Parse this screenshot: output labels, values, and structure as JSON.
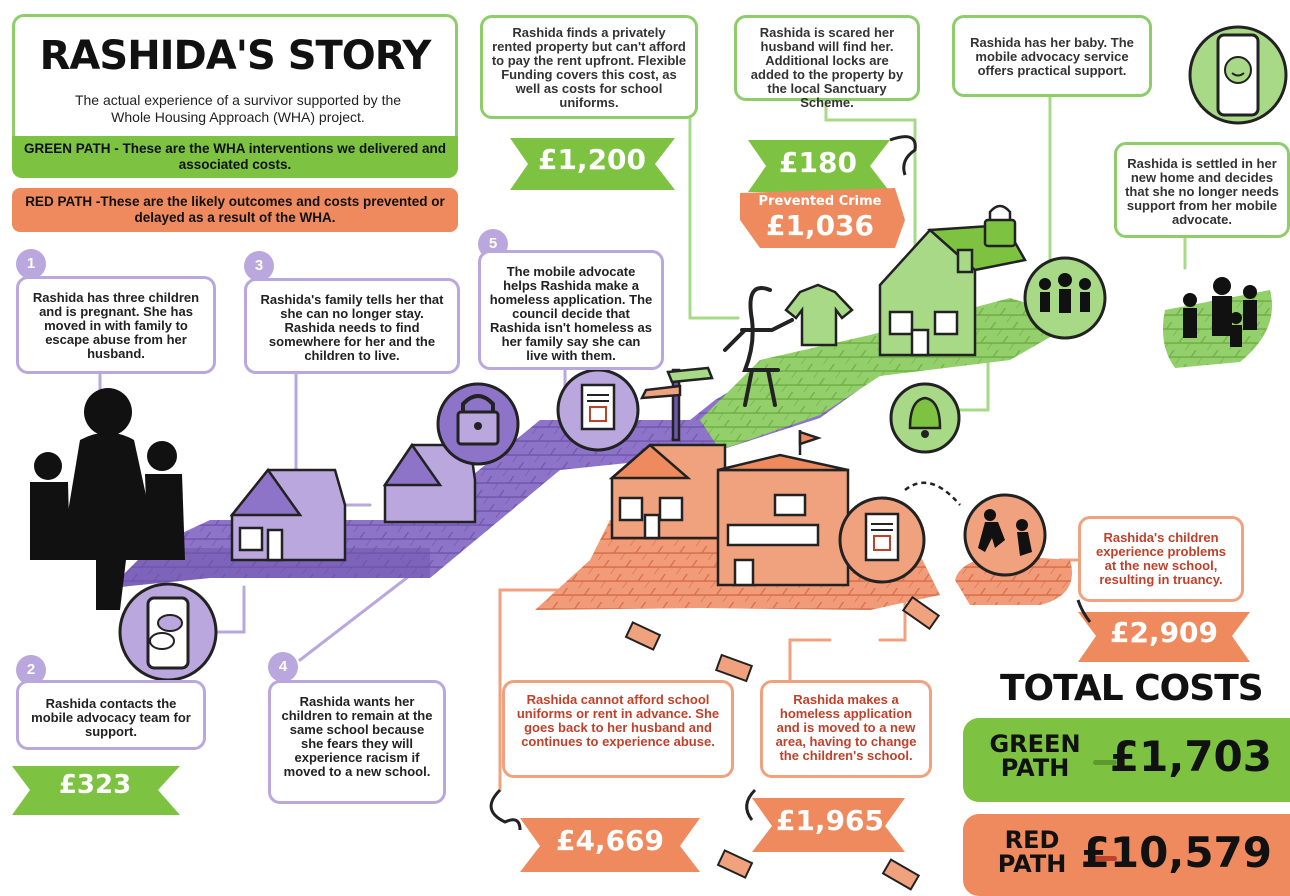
{
  "title": "RASHIDA'S STORY",
  "subtitle": "The actual experience of a survivor supported by the Whole Housing Approach (WHA) project.",
  "green_path_note": "GREEN PATH - These are the WHA interventions we delivered and associated costs.",
  "red_path_note": "RED PATH -These are the likely outcomes and costs prevented or delayed as a result of the WHA.",
  "steps": [
    {
      "number": "1",
      "text": "Rashida has three children and is pregnant. She has moved in with family to escape abuse from her husband."
    },
    {
      "number": "2",
      "text": "Rashida contacts the mobile advocacy team for support."
    },
    {
      "number": "3",
      "text": "Rashida's family tells her that she can no longer stay. Rashida needs to find somewhere for her and the children to live."
    },
    {
      "number": "4",
      "text": "Rashida wants her children to remain at the same school because she fears they will experience racism if moved to a new school."
    },
    {
      "number": "5",
      "text": "The mobile advocate helps Rashida make a homeless application. The council decide that Rashida isn't homeless as her family say she can live with them."
    }
  ],
  "green_notes": {
    "rent": "Rashida finds a privately rented property but can't afford to pay the rent upfront. Flexible Funding covers this cost, as well as costs for school uniforms.",
    "locks": "Rashida is scared her husband will find her. Additional locks are added to the property by the local Sanctuary Scheme.",
    "baby": "Rashida has her baby. The mobile advocacy service offers practical support.",
    "settled": "Rashida is settled in her new home and decides that she no longer needs support from her mobile advocate."
  },
  "red_notes": {
    "abuse": "Rashida cannot afford school uniforms or rent in advance. She goes back to her husband and continues to experience abuse.",
    "school": "Rashida makes a homeless application and is moved to a new area, having to change the children's school.",
    "truancy": "Rashida's children experience problems at the new school, resulting in truancy."
  },
  "costs": {
    "advocacy": "£323",
    "rent": "£1,200",
    "locks": "£180",
    "prevented_crime_label": "Prevented Crime",
    "prevented_crime": "£1,036",
    "abuse": "£4,669",
    "school": "£1,965",
    "truancy": "£2,909"
  },
  "totals": {
    "title": "TOTAL COSTS",
    "green_label": "GREEN PATH",
    "green_value": "£1,703",
    "red_label": "RED PATH",
    "red_value": "£10,579"
  },
  "colors": {
    "purple": "#8e74c9",
    "purple_light": "#b9a7dd",
    "green": "#7dc241",
    "green_light": "#a8d987",
    "red": "#ef8a5e",
    "red_dark": "#c0412a"
  },
  "icons": [
    "family-icon",
    "house-icon",
    "padlock-icon",
    "phone-chat-icon",
    "document-icon",
    "signpost-icon",
    "pound-figure-icon",
    "school-uniform-icon",
    "bell-icon",
    "phone-smile-icon",
    "school-building-icon",
    "running-children-icon",
    "brick-icon"
  ]
}
